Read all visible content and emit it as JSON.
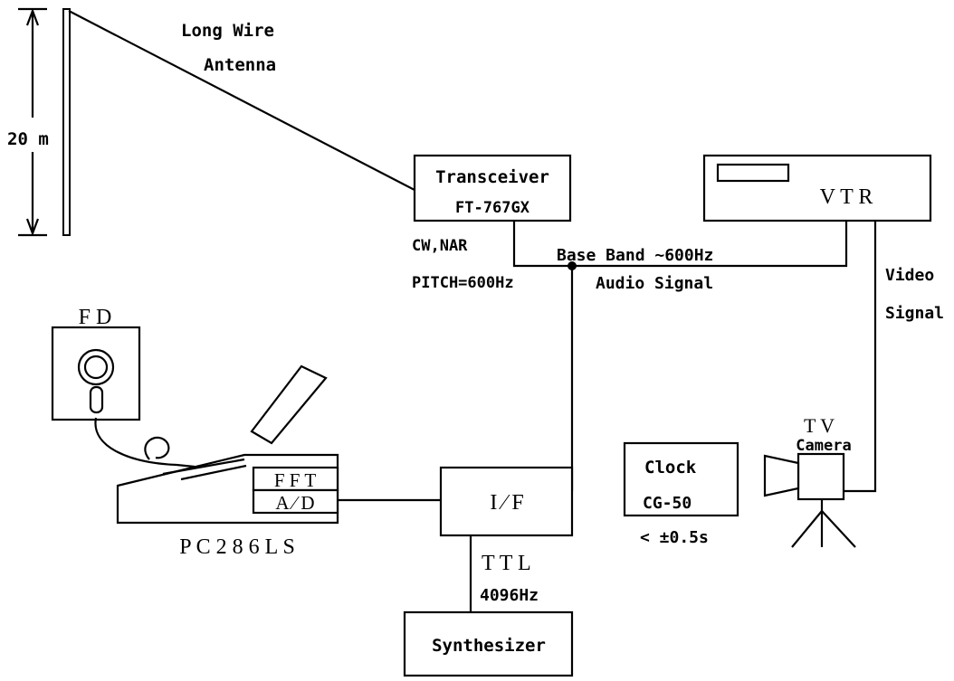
{
  "antenna": {
    "label_line1": "Long Wire",
    "label_line2": "Antenna",
    "height": "20 m"
  },
  "transceiver": {
    "name": "Transceiver",
    "model": "FT-767GX",
    "mode": "CW,NAR",
    "pitch": "PITCH=600Hz"
  },
  "vtr": {
    "name": "V T R"
  },
  "baseband": {
    "line1": "Base Band ∼600Hz",
    "line2": "Audio Signal"
  },
  "video": {
    "line1": "Video",
    "line2": "Signal"
  },
  "fd": {
    "name": "F D"
  },
  "pc": {
    "name": "P C 2 8 6 L S",
    "fft": "F F T",
    "ad": "A ⁄ D"
  },
  "interface": {
    "name": "I ⁄ F"
  },
  "ttl": {
    "line1": "T T L",
    "line2": "4096Hz"
  },
  "synthesizer": {
    "name": "Synthesizer"
  },
  "clock": {
    "name": "Clock",
    "model": "CG-50",
    "accuracy": "< ±0.5s"
  },
  "camera": {
    "line1": "T V",
    "line2": "Camera"
  }
}
